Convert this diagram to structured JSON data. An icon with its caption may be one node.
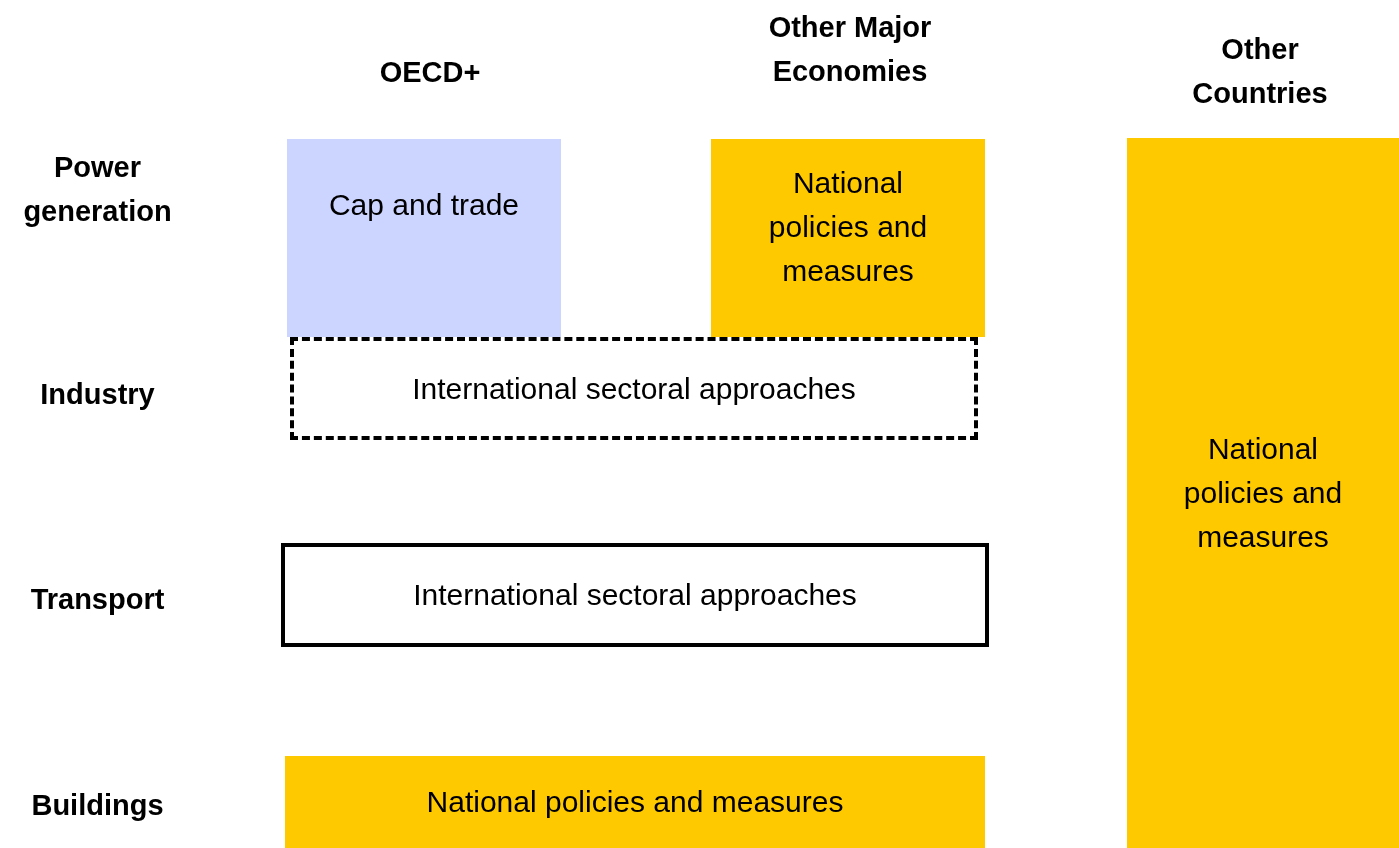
{
  "diagram": {
    "nodes": [
      {
        "text": [
          "Cap and trade"
        ]
      },
      {
        "text": [
          "National policies and measures"
        ]
      },
      {
        "text": [
          "International sectoral approaches"
        ]
      },
      {
        "text": [
          "International sectoral approaches"
        ]
      },
      {
        "text": [
          "National policies and measures"
        ]
      },
      {
        "text": [
          "National policies and measures"
        ]
      }
    ],
    "labels": [
      "OECD+",
      "Other Major Economies",
      "Other Countries",
      "Power generation",
      "Industry",
      "Transport",
      "Buildings"
    ]
  }
}
